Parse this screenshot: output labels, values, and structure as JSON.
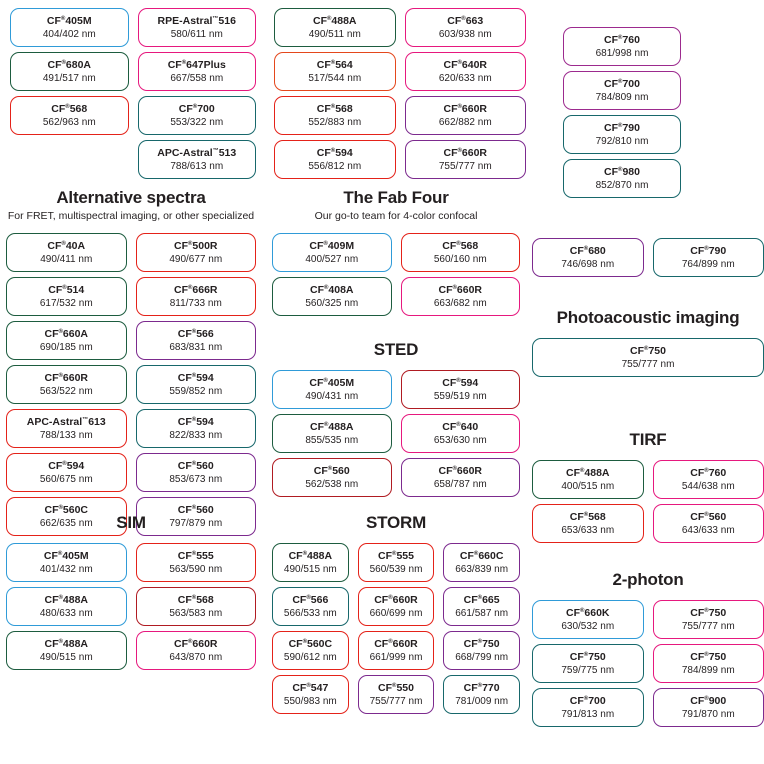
{
  "colors": {
    "blue": "#2f9bd8",
    "green": "#1d5c3f",
    "teal": "#17676b",
    "red": "#e42219",
    "orange": "#e4471c",
    "magenta": "#e6187e",
    "purple": "#7c2a8e",
    "violet": "#9c2a8e",
    "darkred": "#b01b22",
    "text": "#231f20",
    "background": "#ffffff"
  },
  "sections": [
    {
      "id": "top-left-group",
      "title": "",
      "subtitle": "",
      "columns": 2,
      "pills": [
        {
          "name": "CF",
          "reg": "®",
          "suffix": "405M",
          "spec": "404/402 nm",
          "color": "blue"
        },
        {
          "name": "RPE-Astral",
          "reg": "™",
          "suffix": "516",
          "spec": "580/611 nm",
          "color": "magenta"
        },
        {
          "name": "CF",
          "reg": "®",
          "suffix": "680A",
          "spec": "491/517 nm",
          "color": "green"
        },
        {
          "name": "CF",
          "reg": "®",
          "suffix": "647Plus",
          "spec": "667/558 nm",
          "color": "magenta"
        },
        {
          "name": "CF",
          "reg": "®",
          "suffix": "568",
          "spec": "562/963 nm",
          "color": "red"
        },
        {
          "name": "CF",
          "reg": "®",
          "suffix": "700",
          "spec": "553/322 nm",
          "color": "teal"
        },
        {
          "name": "",
          "reg": "",
          "suffix": "",
          "spec": "",
          "color": "none",
          "empty": true
        },
        {
          "name": "APC-Astral",
          "reg": "™",
          "suffix": "513",
          "spec": "788/613 nm",
          "color": "teal"
        }
      ]
    },
    {
      "id": "top-mid-group",
      "title": "",
      "subtitle": "",
      "columns": 2,
      "pills": [
        {
          "name": "CF",
          "reg": "®",
          "suffix": "488A",
          "spec": "490/511 nm",
          "color": "green"
        },
        {
          "name": "CF",
          "reg": "®",
          "suffix": "663",
          "spec": "603/938 nm",
          "color": "magenta"
        },
        {
          "name": "CF",
          "reg": "®",
          "suffix": "564",
          "spec": "517/544 nm",
          "color": "orange"
        },
        {
          "name": "CF",
          "reg": "®",
          "suffix": "640R",
          "spec": "620/633 nm",
          "color": "magenta"
        },
        {
          "name": "CF",
          "reg": "®",
          "suffix": "568",
          "spec": "552/883 nm",
          "color": "red"
        },
        {
          "name": "CF",
          "reg": "®",
          "suffix": "660R",
          "spec": "662/882 nm",
          "color": "purple"
        },
        {
          "name": "CF",
          "reg": "®",
          "suffix": "594",
          "spec": "556/812 nm",
          "color": "red"
        },
        {
          "name": "CF",
          "reg": "®",
          "suffix": "660R",
          "spec": "755/777 nm",
          "color": "purple"
        }
      ]
    },
    {
      "id": "top-right-group",
      "title": "",
      "subtitle": "",
      "columns": 1,
      "pills": [
        {
          "name": "CF",
          "reg": "®",
          "suffix": "760",
          "spec": "681/998 nm",
          "color": "violet"
        },
        {
          "name": "CF",
          "reg": "®",
          "suffix": "700",
          "spec": "784/809 nm",
          "color": "violet"
        },
        {
          "name": "CF",
          "reg": "®",
          "suffix": "790",
          "spec": "792/810 nm",
          "color": "teal"
        },
        {
          "name": "CF",
          "reg": "®",
          "suffix": "980",
          "spec": "852/870 nm",
          "color": "teal"
        }
      ]
    },
    {
      "id": "alternative-spectra",
      "title": "Alternative spectra",
      "subtitle": "For FRET, multispectral imaging, or other specialized",
      "columns": 2,
      "pills": [
        {
          "name": "CF",
          "reg": "®",
          "suffix": "40A",
          "spec": "490/411 nm",
          "color": "green"
        },
        {
          "name": "CF",
          "reg": "®",
          "suffix": "500R",
          "spec": "490/677 nm",
          "color": "red"
        },
        {
          "name": "CF",
          "reg": "®",
          "suffix": "514",
          "spec": "617/532 nm",
          "color": "green"
        },
        {
          "name": "CF",
          "reg": "®",
          "suffix": "666R",
          "spec": "811/733 nm",
          "color": "red"
        },
        {
          "name": "CF",
          "reg": "®",
          "suffix": "660A",
          "spec": "690/185 nm",
          "color": "green"
        },
        {
          "name": "CF",
          "reg": "®",
          "suffix": "566",
          "spec": "683/831 nm",
          "color": "purple"
        },
        {
          "name": "CF",
          "reg": "®",
          "suffix": "660R",
          "spec": "563/522 nm",
          "color": "green"
        },
        {
          "name": "CF",
          "reg": "®",
          "suffix": "594",
          "spec": "559/852 nm",
          "color": "teal"
        },
        {
          "name": "APC-Astral",
          "reg": "™",
          "suffix": "613",
          "spec": "788/133 nm",
          "color": "red"
        },
        {
          "name": "CF",
          "reg": "®",
          "suffix": "594",
          "spec": "822/833 nm",
          "color": "teal"
        },
        {
          "name": "CF",
          "reg": "®",
          "suffix": "594",
          "spec": "560/675 nm",
          "color": "red"
        },
        {
          "name": "CF",
          "reg": "®",
          "suffix": "560",
          "spec": "853/673 nm",
          "color": "purple"
        },
        {
          "name": "CF",
          "reg": "®",
          "suffix": "560C",
          "spec": "662/635 nm",
          "color": "red"
        },
        {
          "name": "CF",
          "reg": "®",
          "suffix": "560",
          "spec": "797/879 nm",
          "color": "purple"
        }
      ]
    },
    {
      "id": "fab-four",
      "title": "The Fab Four",
      "subtitle": "Our go-to team for 4-color confocal",
      "columns": 2,
      "pills": [
        {
          "name": "CF",
          "reg": "®",
          "suffix": "409M",
          "spec": "400/527 nm",
          "color": "blue"
        },
        {
          "name": "CF",
          "reg": "®",
          "suffix": "568",
          "spec": "560/160 nm",
          "color": "red"
        },
        {
          "name": "CF",
          "reg": "®",
          "suffix": "408A",
          "spec": "560/325 nm",
          "color": "green"
        },
        {
          "name": "CF",
          "reg": "®",
          "suffix": "660R",
          "spec": "663/682 nm",
          "color": "magenta"
        }
      ]
    },
    {
      "id": "sted",
      "title": "STED",
      "subtitle": "",
      "columns": 2,
      "pills": [
        {
          "name": "CF",
          "reg": "®",
          "suffix": "405M",
          "spec": "490/431 nm",
          "color": "blue"
        },
        {
          "name": "CF",
          "reg": "®",
          "suffix": "594",
          "spec": "559/519 nm",
          "color": "darkred"
        },
        {
          "name": "CF",
          "reg": "®",
          "suffix": "488A",
          "spec": "855/535 nm",
          "color": "green"
        },
        {
          "name": "CF",
          "reg": "®",
          "suffix": "640",
          "spec": "653/630 nm",
          "color": "magenta"
        },
        {
          "name": "CF",
          "reg": "®",
          "suffix": "560",
          "spec": "562/538 nm",
          "color": "darkred"
        },
        {
          "name": "CF",
          "reg": "®",
          "suffix": "660R",
          "spec": "658/787 nm",
          "color": "purple"
        }
      ]
    },
    {
      "id": "sim",
      "title": "SIM",
      "subtitle": "",
      "columns": 2,
      "pills": [
        {
          "name": "CF",
          "reg": "®",
          "suffix": "405M",
          "spec": "401/432 nm",
          "color": "blue"
        },
        {
          "name": "CF",
          "reg": "®",
          "suffix": "555",
          "spec": "563/590 nm",
          "color": "red"
        },
        {
          "name": "CF",
          "reg": "®",
          "suffix": "488A",
          "spec": "480/633 nm",
          "color": "blue"
        },
        {
          "name": "CF",
          "reg": "®",
          "suffix": "568",
          "spec": "563/583 nm",
          "color": "darkred"
        },
        {
          "name": "CF",
          "reg": "®",
          "suffix": "488A",
          "spec": "490/515 nm",
          "color": "green"
        },
        {
          "name": "CF",
          "reg": "®",
          "suffix": "660R",
          "spec": "643/870 nm",
          "color": "magenta"
        }
      ]
    },
    {
      "id": "storm",
      "title": "STORM",
      "subtitle": "",
      "columns": 3,
      "pills": [
        {
          "name": "CF",
          "reg": "®",
          "suffix": "488A",
          "spec": "490/515 nm",
          "color": "green"
        },
        {
          "name": "CF",
          "reg": "®",
          "suffix": "555",
          "spec": "560/539 nm",
          "color": "red"
        },
        {
          "name": "CF",
          "reg": "®",
          "suffix": "660C",
          "spec": "663/839 nm",
          "color": "purple"
        },
        {
          "name": "CF",
          "reg": "®",
          "suffix": "566",
          "spec": "566/533 nm",
          "color": "teal"
        },
        {
          "name": "CF",
          "reg": "®",
          "suffix": "660R",
          "spec": "660/699 nm",
          "color": "red"
        },
        {
          "name": "CF",
          "reg": "®",
          "suffix": "665",
          "spec": "661/587 nm",
          "color": "purple"
        },
        {
          "name": "CF",
          "reg": "®",
          "suffix": "560C",
          "spec": "590/612 nm",
          "color": "red"
        },
        {
          "name": "CF",
          "reg": "®",
          "suffix": "660R",
          "spec": "661/999 nm",
          "color": "red"
        },
        {
          "name": "CF",
          "reg": "®",
          "suffix": "750",
          "spec": "668/799 nm",
          "color": "purple"
        },
        {
          "name": "CF",
          "reg": "®",
          "suffix": "547",
          "spec": "550/983 nm",
          "color": "red"
        },
        {
          "name": "CF",
          "reg": "®",
          "suffix": "550",
          "spec": "755/777 nm",
          "color": "purple"
        },
        {
          "name": "CF",
          "reg": "®",
          "suffix": "770",
          "spec": "781/009 nm",
          "color": "teal"
        }
      ]
    },
    {
      "id": "right-mid-group",
      "title": "",
      "subtitle": "",
      "columns": 2,
      "pills": [
        {
          "name": "CF",
          "reg": "®",
          "suffix": "680",
          "spec": "746/698 nm",
          "color": "purple"
        },
        {
          "name": "CF",
          "reg": "®",
          "suffix": "790",
          "spec": "764/899 nm",
          "color": "teal"
        }
      ]
    },
    {
      "id": "photoacoustic-imaging",
      "title": "Photoacoustic imaging",
      "subtitle": "",
      "columns": 1,
      "pills": [
        {
          "name": "CF",
          "reg": "®",
          "suffix": "750",
          "spec": "755/777 nm",
          "color": "teal"
        }
      ]
    },
    {
      "id": "tirf",
      "title": "TIRF",
      "subtitle": "",
      "columns": 2,
      "pills": [
        {
          "name": "CF",
          "reg": "®",
          "suffix": "488A",
          "spec": "400/515 nm",
          "color": "green"
        },
        {
          "name": "CF",
          "reg": "®",
          "suffix": "760",
          "spec": "544/638 nm",
          "color": "magenta"
        },
        {
          "name": "CF",
          "reg": "®",
          "suffix": "568",
          "spec": "653/633 nm",
          "color": "red"
        },
        {
          "name": "CF",
          "reg": "®",
          "suffix": "560",
          "spec": "643/633 nm",
          "color": "magenta"
        }
      ]
    },
    {
      "id": "two-photon",
      "title": "2-photon",
      "subtitle": "",
      "columns": 2,
      "pills": [
        {
          "name": "CF",
          "reg": "®",
          "suffix": "660K",
          "spec": "630/532 nm",
          "color": "blue"
        },
        {
          "name": "CF",
          "reg": "®",
          "suffix": "750",
          "spec": "755/777 nm",
          "color": "magenta"
        },
        {
          "name": "CF",
          "reg": "®",
          "suffix": "750",
          "spec": "759/775 nm",
          "color": "teal"
        },
        {
          "name": "CF",
          "reg": "®",
          "suffix": "750",
          "spec": "784/899 nm",
          "color": "magenta"
        },
        {
          "name": "CF",
          "reg": "®",
          "suffix": "700",
          "spec": "791/813 nm",
          "color": "teal"
        },
        {
          "name": "CF",
          "reg": "®",
          "suffix": "900",
          "spec": "791/870 nm",
          "color": "purple"
        }
      ]
    }
  ]
}
